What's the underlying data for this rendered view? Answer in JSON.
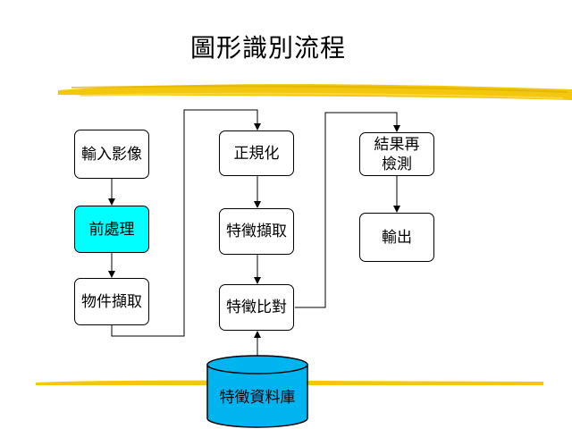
{
  "title": "圖形識別流程",
  "colors": {
    "highlight_box": "#00ffff",
    "database_fill": "#00b4f0",
    "brush_stroke": "#f2c400",
    "line": "#000000"
  },
  "nodes": {
    "input_image": "輸入影像",
    "preprocess": "前處理",
    "object_extract": "物件擷取",
    "normalize": "正規化",
    "feature_extract": "特徵擷取",
    "feature_match": "特徵比對",
    "result_check": "結果再\n檢測",
    "output": "輸出",
    "feature_db": "特徵資料庫"
  }
}
